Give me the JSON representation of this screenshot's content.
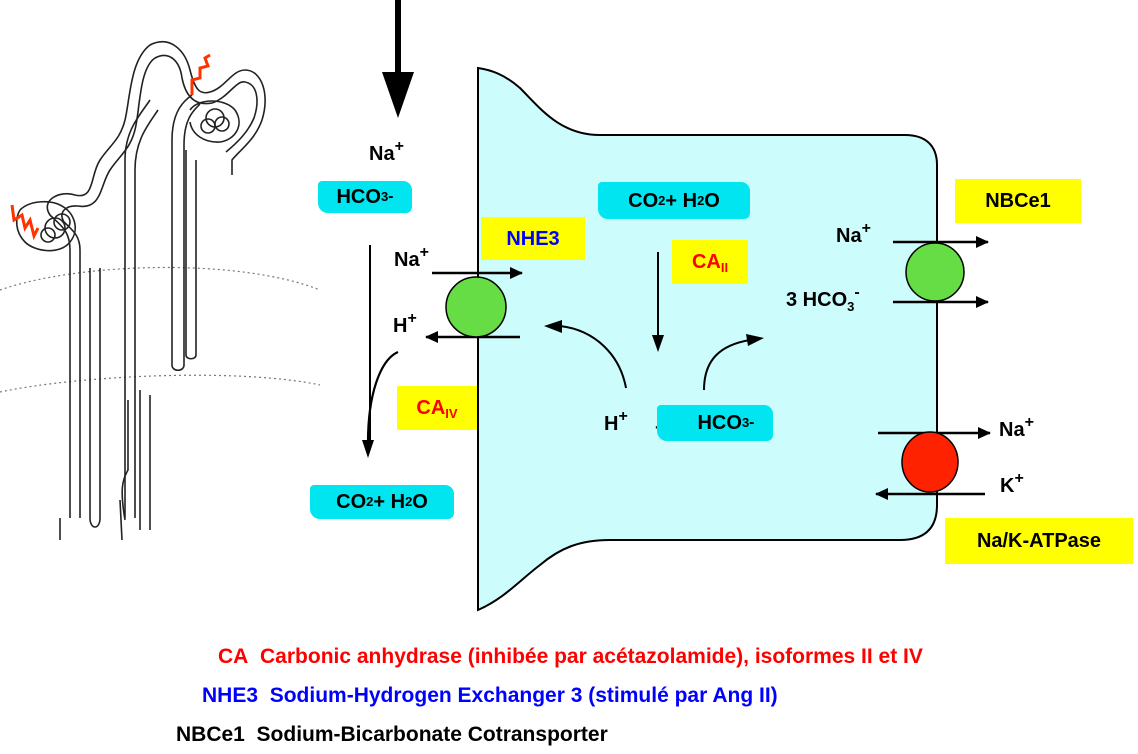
{
  "labels": {
    "na": "Na",
    "plus": "+",
    "minus": "-",
    "hco3_base": "HCO",
    "three": "3",
    "co2": "CO",
    "two": "2",
    "plus_h2o_h": " + H",
    "o": "O",
    "h": "H",
    "k": "K",
    "plus_sign": "+",
    "three_hco3_prefix": "3 HCO",
    "ca": "CA",
    "ca_ii_sub": "II",
    "ca_iv_sub": "IV"
  },
  "boxes": {
    "nhe3": "NHE3",
    "nbce1": "NBCe1",
    "na_k_atpase": "Na/K-ATPase"
  },
  "legend": [
    {
      "abbr": "CA",
      "text": "Carbonic anhydrase (inhibée par acétazolamide), isoformes II et IV",
      "color": "#ff0000"
    },
    {
      "abbr": "NHE3",
      "text": "Sodium-Hydrogen Exchanger 3 (stimulé par Ang II)",
      "color": "#0000ff"
    },
    {
      "abbr": "NBCe1",
      "text": "Sodium-Bicarbonate Cotransporter",
      "color": "#000000"
    }
  ],
  "colors": {
    "cell_fill": "#ccfcfc",
    "highlight_cyan": "#00e5f0",
    "highlight_yellow": "#ffff00",
    "transporter_green": "#66dd44",
    "atpase_red": "#ff2200",
    "ca_red": "#ff0000",
    "nhe3_blue": "#0000ff"
  }
}
